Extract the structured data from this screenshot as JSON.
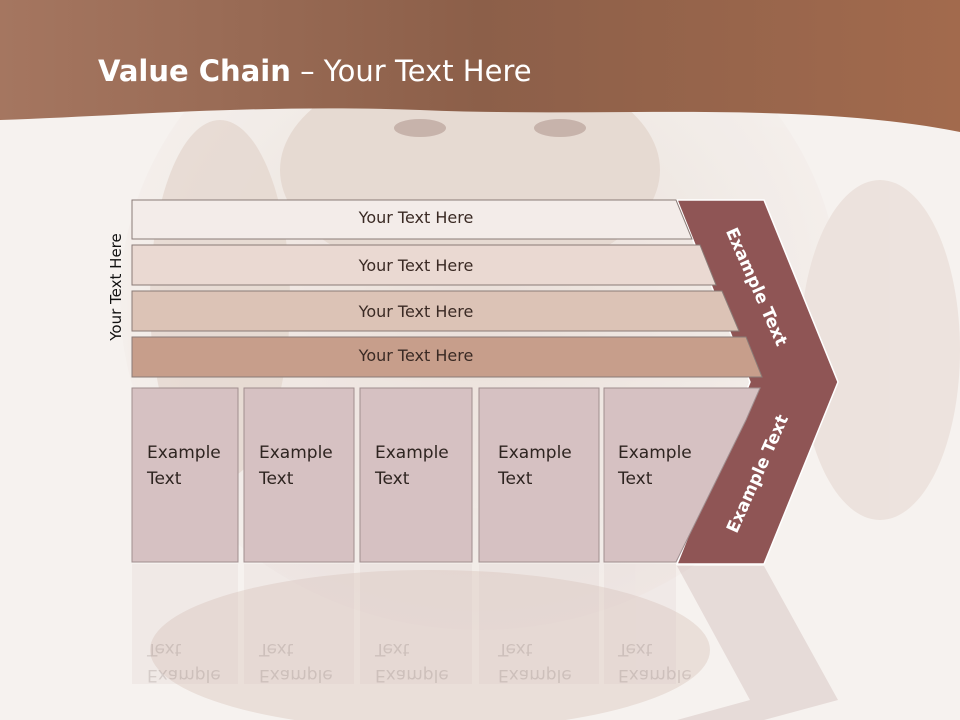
{
  "title": {
    "bold": "Value Chain",
    "rest": " – Your Text Here"
  },
  "side_label": "Your Text Here",
  "bars": [
    {
      "label": "Your Text Here",
      "color": "#f3ece9"
    },
    {
      "label": "Your Text Here",
      "color": "#ead9d2"
    },
    {
      "label": "Your Text Here",
      "color": "#dcc3b6"
    },
    {
      "label": "Your Text Here",
      "color": "#c79e8b"
    }
  ],
  "boxes": [
    {
      "line1": "Example",
      "line2": "Text"
    },
    {
      "line1": "Example",
      "line2": "Text"
    },
    {
      "line1": "Example",
      "line2": "Text"
    },
    {
      "line1": "Example",
      "line2": "Text"
    },
    {
      "line1": "Example",
      "line2": "Text"
    }
  ],
  "chevron": {
    "upper_label": "Example Text",
    "lower_label": "Example Text",
    "color": "#8f5555"
  },
  "colors": {
    "header": "#9b6a52",
    "box_fill": "#d6c1c2",
    "box_border": "#a08e8f"
  }
}
